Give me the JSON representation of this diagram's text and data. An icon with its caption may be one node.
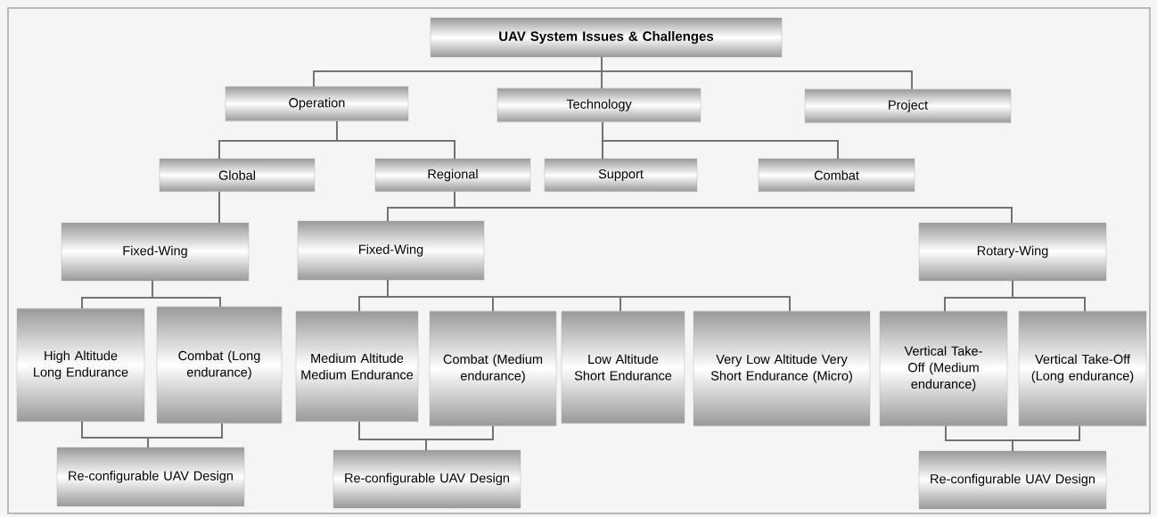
{
  "diagram": {
    "nodes": [
      {
        "text": [
          "UAV System Issues & Challenges"
        ]
      },
      {
        "text": [
          "Operation"
        ]
      },
      {
        "text": [
          "Technology"
        ]
      },
      {
        "text": [
          "Project"
        ]
      },
      {
        "text": [
          "Global"
        ]
      },
      {
        "text": [
          "Regional"
        ]
      },
      {
        "text": [
          "Support"
        ]
      },
      {
        "text": [
          "Combat"
        ]
      },
      {
        "text": [
          "Fixed-Wing"
        ]
      },
      {
        "text": [
          "Fixed-Wing"
        ]
      },
      {
        "text": [
          "Rotary-Wing"
        ]
      },
      {
        "text": [
          "High Altitude Long Endurance"
        ]
      },
      {
        "text": [
          "Combat (Long endurance)"
        ]
      },
      {
        "text": [
          "Medium Altitude Medium Endurance"
        ]
      },
      {
        "text": [
          "Combat (Medium endurance)"
        ]
      },
      {
        "text": [
          "Low Altitude Short Endurance"
        ]
      },
      {
        "text": [
          "Very Low Altitude Very Short Endurance (Micro)"
        ]
      },
      {
        "text": [
          "Vertical Take-Off (Medium endurance)"
        ]
      },
      {
        "text": [
          "Vertical Take-Off (Long endurance)"
        ]
      },
      {
        "text": [
          "Re-configurable UAV Design"
        ]
      },
      {
        "text": [
          "Re-configurable UAV Design"
        ]
      },
      {
        "text": [
          "Re-configurable UAV Design"
        ]
      }
    ],
    "edges": [
      {
        "from": 0,
        "to": 1,
        "arrow": "none"
      },
      {
        "from": 0,
        "to": 2,
        "arrow": "none"
      },
      {
        "from": 0,
        "to": 3,
        "arrow": "none"
      },
      {
        "from": 1,
        "to": 4,
        "arrow": "none"
      },
      {
        "from": 1,
        "to": 5,
        "arrow": "none"
      },
      {
        "from": 2,
        "to": 6,
        "arrow": "none"
      },
      {
        "from": 2,
        "to": 7,
        "arrow": "none"
      },
      {
        "from": 4,
        "to": 8,
        "arrow": "none"
      },
      {
        "from": 5,
        "to": 9,
        "arrow": "none"
      },
      {
        "from": 5,
        "to": 10,
        "arrow": "none"
      },
      {
        "from": 8,
        "to": 11,
        "arrow": "none"
      },
      {
        "from": 8,
        "to": 12,
        "arrow": "none"
      },
      {
        "from": 9,
        "to": 13,
        "arrow": "none"
      },
      {
        "from": 9,
        "to": 14,
        "arrow": "none"
      },
      {
        "from": 9,
        "to": 15,
        "arrow": "none"
      },
      {
        "from": 9,
        "to": 16,
        "arrow": "none"
      },
      {
        "from": 10,
        "to": 17,
        "arrow": "none"
      },
      {
        "from": 10,
        "to": 18,
        "arrow": "none"
      },
      {
        "from": 11,
        "to": 19,
        "arrow": "none"
      },
      {
        "from": 12,
        "to": 19,
        "arrow": "none"
      },
      {
        "from": 13,
        "to": 20,
        "arrow": "none"
      },
      {
        "from": 14,
        "to": 20,
        "arrow": "none"
      },
      {
        "from": 17,
        "to": 21,
        "arrow": "none"
      },
      {
        "from": 18,
        "to": 21,
        "arrow": "none"
      }
    ]
  }
}
